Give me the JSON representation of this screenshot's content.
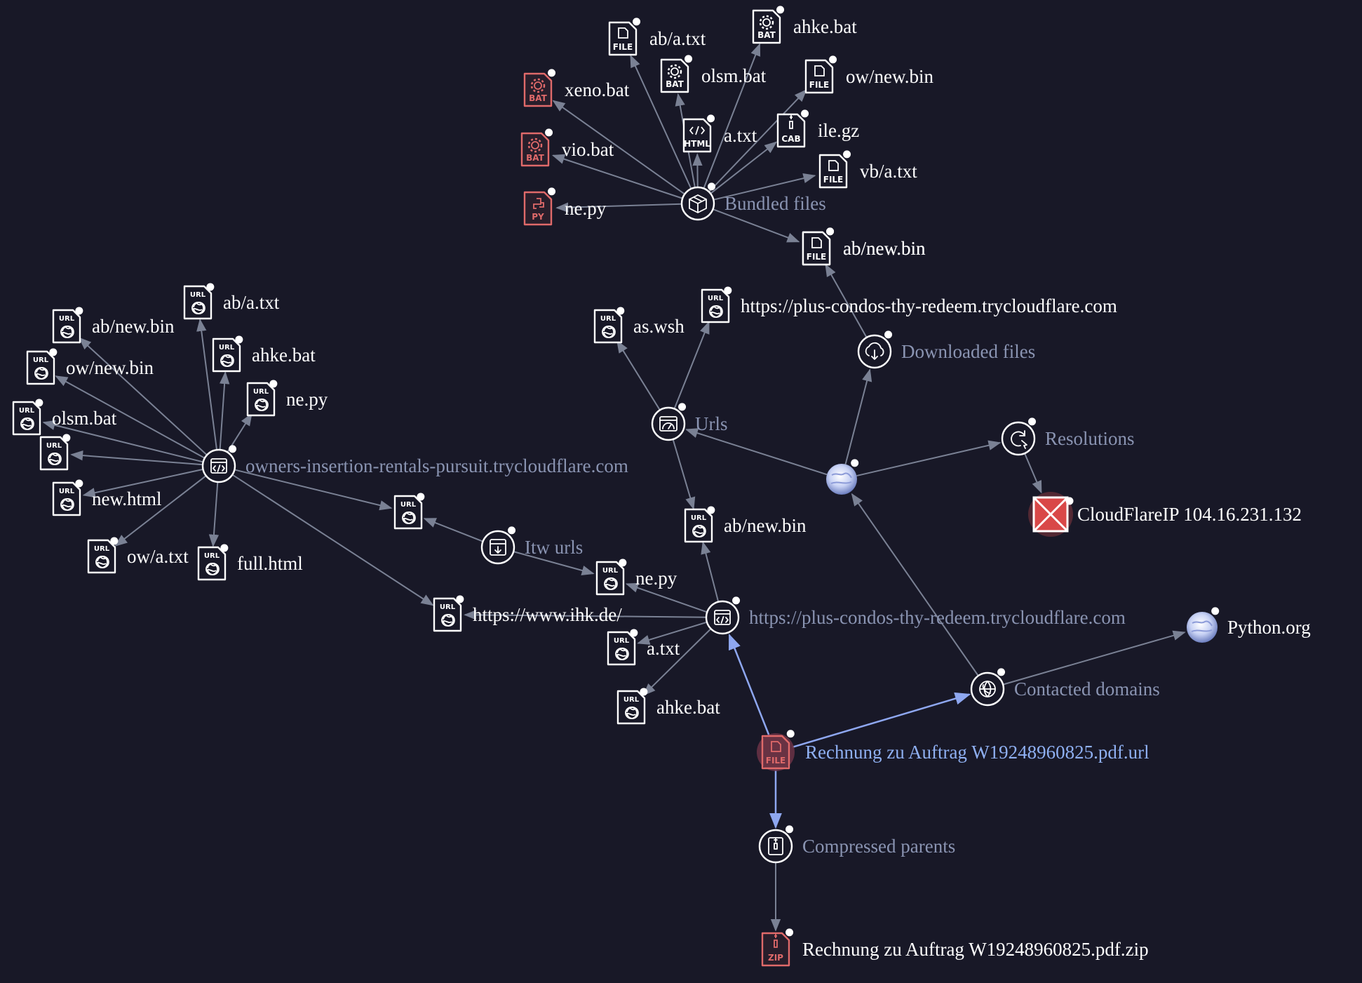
{
  "graph": {
    "nodes": [
      {
        "id": "root",
        "type": "file-root",
        "badge": "FILE",
        "label": "Rechnung zu Auftrag W19248960825.pdf.url",
        "style": "root"
      },
      {
        "id": "comp_parents",
        "type": "relation",
        "icon": "zip-bars-icon",
        "label": "Compressed parents"
      },
      {
        "id": "zip",
        "type": "file-red",
        "badge": "ZIP",
        "label": "Rechnung zu Auftrag W19248960825.pdf.zip"
      },
      {
        "id": "contacted",
        "type": "relation",
        "icon": "phone-globe-icon",
        "label": "Contacted domains"
      },
      {
        "id": "python",
        "type": "globe",
        "label": "Python.org"
      },
      {
        "id": "plus_url",
        "type": "relation",
        "icon": "code-page-icon",
        "label": "https://plus-condos-thy-redeem.trycloudflare.com"
      },
      {
        "id": "ihk",
        "type": "url",
        "badge": "URL",
        "label": "https://www.ihk.de/"
      },
      {
        "id": "p_atxt",
        "type": "url",
        "badge": "URL",
        "label": "a.txt"
      },
      {
        "id": "p_ahke",
        "type": "url",
        "badge": "URL",
        "label": "ahke.bat"
      },
      {
        "id": "p_nepy",
        "type": "url",
        "badge": "URL",
        "label": "ne.py"
      },
      {
        "id": "p_abnew",
        "type": "url",
        "badge": "URL",
        "label": "ab/new.bin"
      },
      {
        "id": "itw",
        "type": "relation",
        "icon": "download-box-icon",
        "label": "Itw urls"
      },
      {
        "id": "itw_url",
        "type": "url",
        "badge": "URL",
        "label": ""
      },
      {
        "id": "owners",
        "type": "relation",
        "icon": "code-page-icon",
        "label": "owners-insertion-rentals-pursuit.trycloudflare.com"
      },
      {
        "id": "o_abatxt",
        "type": "url",
        "badge": "URL",
        "label": "ab/a.txt"
      },
      {
        "id": "o_abnew",
        "type": "url",
        "badge": "URL",
        "label": "ab/new.bin"
      },
      {
        "id": "o_ahke",
        "type": "url",
        "badge": "URL",
        "label": "ahke.bat"
      },
      {
        "id": "o_ownew",
        "type": "url",
        "badge": "URL",
        "label": "ow/new.bin"
      },
      {
        "id": "o_nepy",
        "type": "url",
        "badge": "URL",
        "label": "ne.py"
      },
      {
        "id": "o_olsm",
        "type": "url",
        "badge": "URL",
        "label": "olsm.bat"
      },
      {
        "id": "o_blank",
        "type": "url",
        "badge": "URL",
        "label": ""
      },
      {
        "id": "o_newhtml",
        "type": "url",
        "badge": "URL",
        "label": "new.html"
      },
      {
        "id": "o_owatxt",
        "type": "url",
        "badge": "URL",
        "label": "ow/a.txt"
      },
      {
        "id": "o_fullhtml",
        "type": "url",
        "badge": "URL",
        "label": "full.html"
      },
      {
        "id": "domain_globe",
        "type": "globe",
        "label": ""
      },
      {
        "id": "urls",
        "type": "relation",
        "icon": "browser-chart-icon",
        "label": "Urls"
      },
      {
        "id": "u_aswsh",
        "type": "url",
        "badge": "URL",
        "label": "as.wsh"
      },
      {
        "id": "u_plus",
        "type": "url",
        "badge": "URL",
        "label": "https://plus-condos-thy-redeem.trycloudflare.com"
      },
      {
        "id": "resolutions",
        "type": "relation",
        "icon": "refresh-cursor-icon",
        "label": "Resolutions"
      },
      {
        "id": "cfip",
        "type": "ip-flag",
        "label": "CloudFlareIP 104.16.231.132"
      },
      {
        "id": "downloaded",
        "type": "relation",
        "icon": "cloud-download-icon",
        "label": "Downloaded files"
      },
      {
        "id": "d_abnew",
        "type": "file",
        "badge": "FILE",
        "label": "ab/new.bin"
      },
      {
        "id": "bundled",
        "type": "relation",
        "icon": "package-box-icon",
        "label": "Bundled files"
      },
      {
        "id": "b_nepy",
        "type": "file-red",
        "badge": "PY",
        "label": "ne.py"
      },
      {
        "id": "b_vio",
        "type": "file-red",
        "badge": "BAT",
        "label": "vio.bat"
      },
      {
        "id": "b_xeno",
        "type": "file-red",
        "badge": "BAT",
        "label": "xeno.bat"
      },
      {
        "id": "b_abatxt",
        "type": "file",
        "badge": "FILE",
        "label": "ab/a.txt"
      },
      {
        "id": "b_olsm",
        "type": "file",
        "badge": "BAT",
        "label": "olsm.bat"
      },
      {
        "id": "b_ahke",
        "type": "file",
        "badge": "BAT",
        "label": "ahke.bat"
      },
      {
        "id": "b_atxt",
        "type": "file",
        "badge": "HTML",
        "label": "a.txt"
      },
      {
        "id": "b_ownew",
        "type": "file",
        "badge": "FILE",
        "label": "ow/new.bin"
      },
      {
        "id": "b_ilegz",
        "type": "file",
        "badge": "CAB",
        "label": "ile.gz"
      },
      {
        "id": "b_vbatxt",
        "type": "file",
        "badge": "FILE",
        "label": "vb/a.txt"
      },
      {
        "id": "b_abnew",
        "type": "file",
        "badge": "FILE",
        "label": "ab/new.bin"
      }
    ],
    "edges": [
      {
        "from": "root",
        "to": "comp_parents",
        "hl": true
      },
      {
        "from": "comp_parents",
        "to": "zip"
      },
      {
        "from": "root",
        "to": "contacted",
        "hl": true
      },
      {
        "from": "root",
        "to": "plus_url",
        "hl": true
      },
      {
        "from": "contacted",
        "to": "python"
      },
      {
        "from": "contacted",
        "to": "domain_globe"
      },
      {
        "from": "plus_url",
        "to": "ihk"
      },
      {
        "from": "plus_url",
        "to": "p_atxt"
      },
      {
        "from": "plus_url",
        "to": "p_ahke"
      },
      {
        "from": "plus_url",
        "to": "p_nepy"
      },
      {
        "from": "plus_url",
        "to": "p_abnew"
      },
      {
        "from": "itw",
        "to": "itw_url"
      },
      {
        "from": "itw",
        "to": "p_nepy"
      },
      {
        "from": "owners",
        "to": "itw_url"
      },
      {
        "from": "owners",
        "to": "ihk"
      },
      {
        "from": "owners",
        "to": "o_abatxt"
      },
      {
        "from": "owners",
        "to": "o_abnew"
      },
      {
        "from": "owners",
        "to": "o_ahke"
      },
      {
        "from": "owners",
        "to": "o_ownew"
      },
      {
        "from": "owners",
        "to": "o_nepy"
      },
      {
        "from": "owners",
        "to": "o_olsm"
      },
      {
        "from": "owners",
        "to": "o_blank"
      },
      {
        "from": "owners",
        "to": "o_newhtml"
      },
      {
        "from": "owners",
        "to": "o_owatxt"
      },
      {
        "from": "owners",
        "to": "o_fullhtml"
      },
      {
        "from": "domain_globe",
        "to": "urls"
      },
      {
        "from": "domain_globe",
        "to": "resolutions"
      },
      {
        "from": "domain_globe",
        "to": "downloaded"
      },
      {
        "from": "urls",
        "to": "u_aswsh"
      },
      {
        "from": "urls",
        "to": "u_plus"
      },
      {
        "from": "urls",
        "to": "p_abnew"
      },
      {
        "from": "resolutions",
        "to": "cfip"
      },
      {
        "from": "downloaded",
        "to": "d_abnew"
      },
      {
        "from": "bundled",
        "to": "b_nepy"
      },
      {
        "from": "bundled",
        "to": "b_vio"
      },
      {
        "from": "bundled",
        "to": "b_xeno"
      },
      {
        "from": "bundled",
        "to": "b_abatxt"
      },
      {
        "from": "bundled",
        "to": "b_olsm"
      },
      {
        "from": "bundled",
        "to": "b_ahke"
      },
      {
        "from": "bundled",
        "to": "b_atxt"
      },
      {
        "from": "bundled",
        "to": "b_ownew"
      },
      {
        "from": "bundled",
        "to": "b_ilegz"
      },
      {
        "from": "bundled",
        "to": "b_vbatxt"
      },
      {
        "from": "bundled",
        "to": "b_abnew"
      }
    ]
  },
  "colors": {
    "background": "#181827",
    "edge": "#7a8194",
    "edge_highlight": "#8ea7f0",
    "label": "#ffffff",
    "relation_label": "#8a94b2",
    "root_label": "#8fb0f2",
    "malicious": "#e06a6a",
    "ip_flag": "#d94848"
  }
}
